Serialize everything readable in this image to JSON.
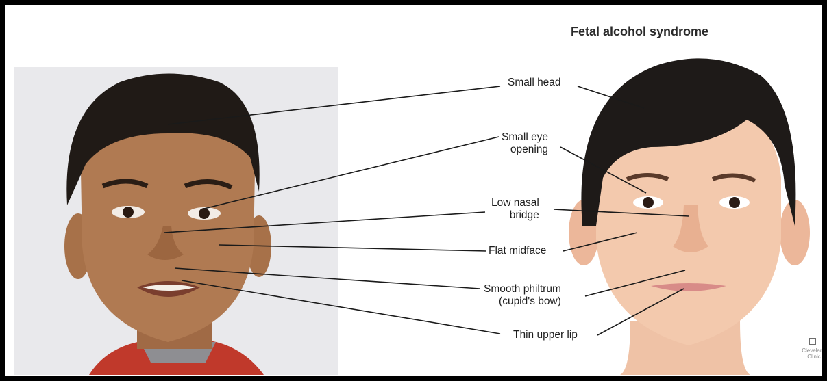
{
  "title": "Fetal alcohol syndrome",
  "labels": {
    "small_head": "Small head",
    "small_eye_opening": "Small eye\nopening",
    "low_nasal_bridge": "Low nasal\nbridge",
    "flat_midface": "Flat midface",
    "smooth_philtrum": "Smooth philtrum\n(cupid's bow)",
    "thin_upper_lip": "Thin upper lip"
  },
  "brand": {
    "name": "Cleveland\nClinic",
    "icon": "cleveland-clinic-logo-icon"
  },
  "colors": {
    "frame": "#000000",
    "leader_line": "#1a1a1a",
    "photo_background": "#e9e9ec",
    "skin_photo": "#b07a52",
    "skin_illustration": "#f3c9ad",
    "hair": "#1e1a18",
    "shirt": "#c0392b"
  }
}
